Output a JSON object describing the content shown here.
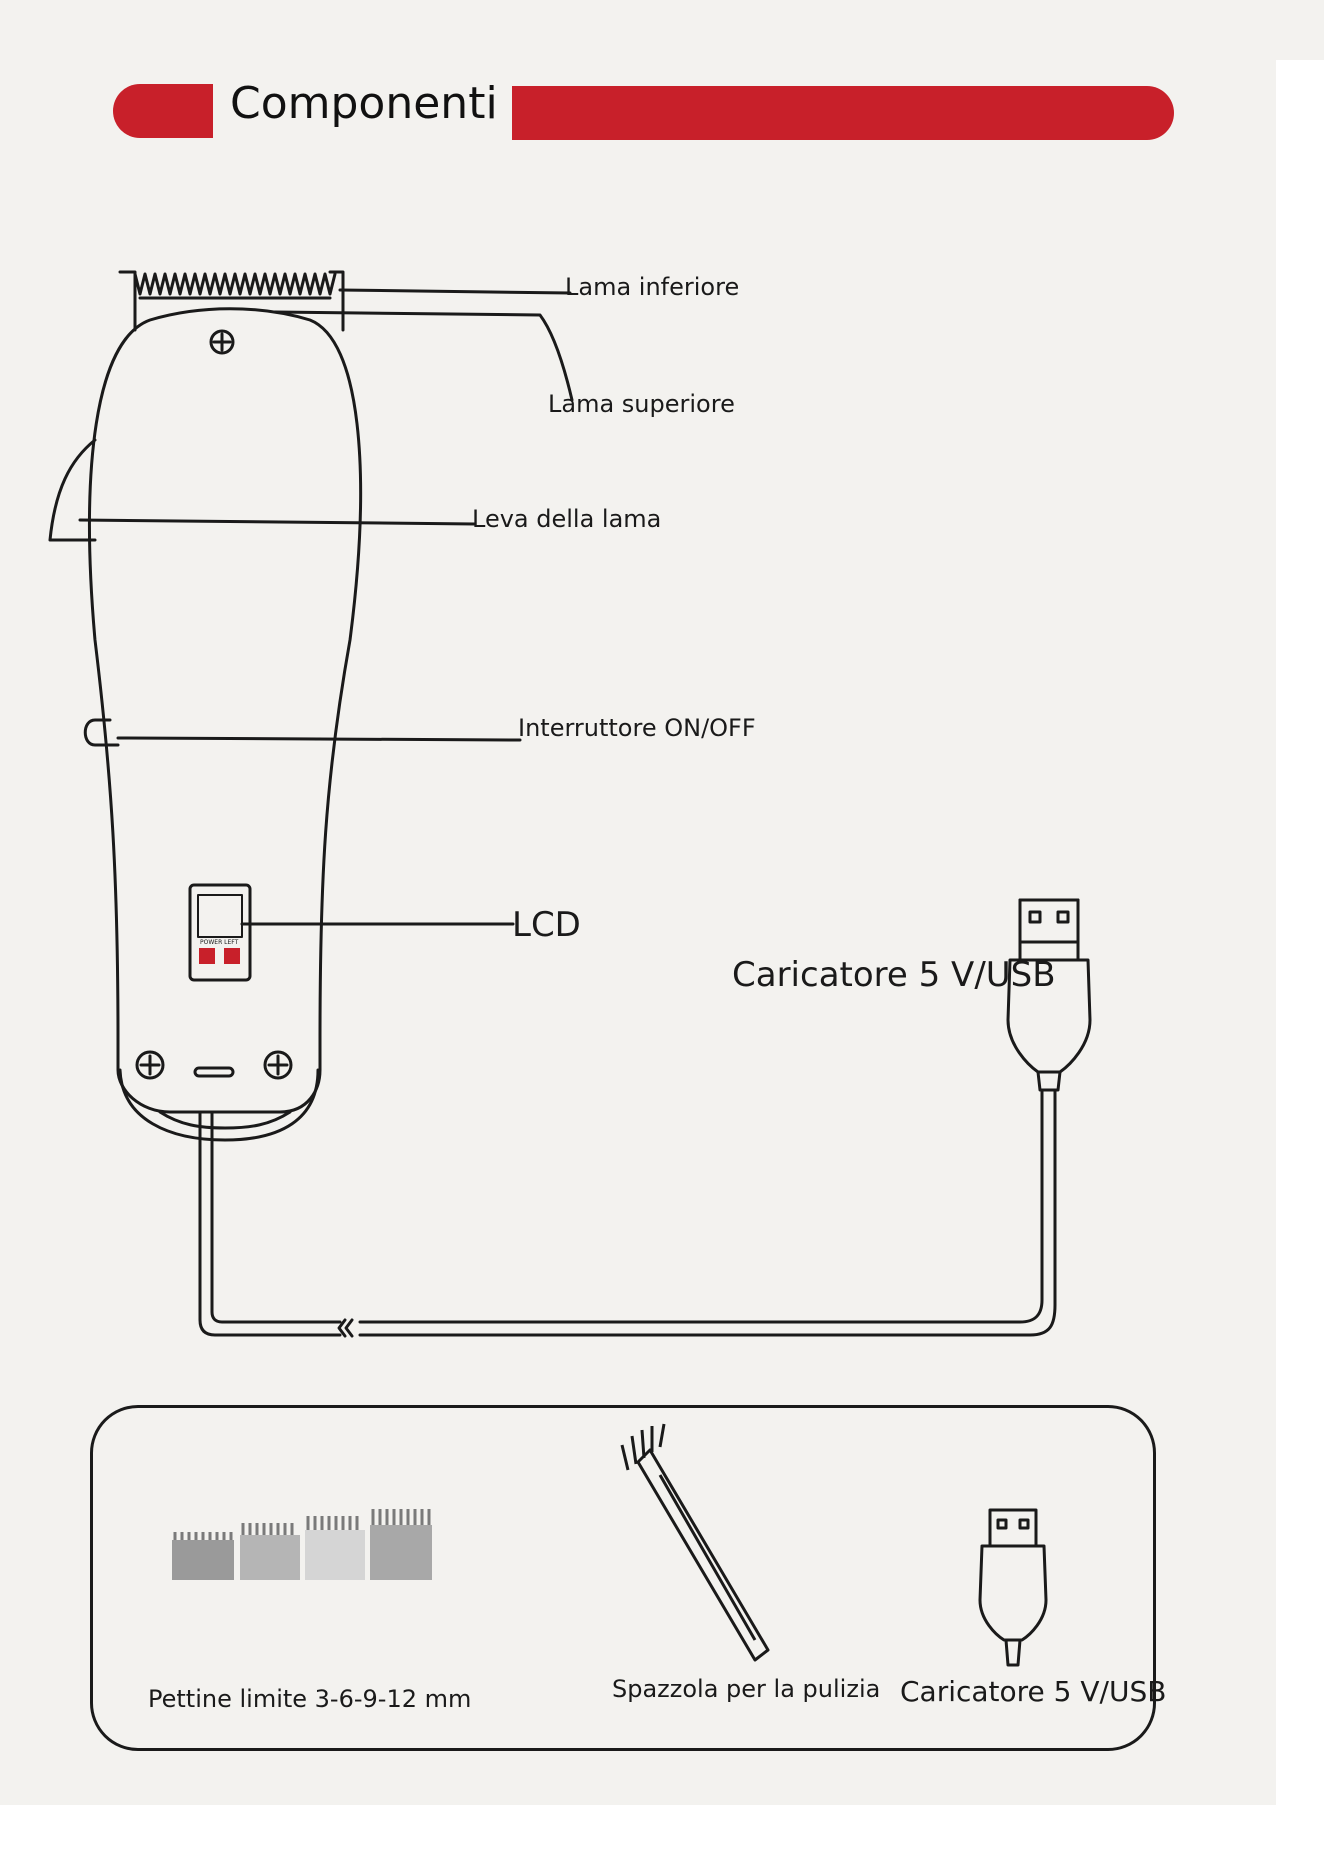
{
  "header": {
    "title": "Componenti"
  },
  "labels": {
    "lower_blade": "Lama inferiore",
    "upper_blade": "Lama superiore",
    "blade_lever": "Leva della lama",
    "power_switch": "Interruttore ON/OFF",
    "lcd": "LCD",
    "lcd_panel_text": "POWER LEFT",
    "charger": "Caricatore 5 V/USB"
  },
  "accessories": {
    "comb": "Pettine limite 3-6-9-12 mm",
    "brush": "Spazzola per la pulizia",
    "charger": "Caricatore 5 V/USB"
  },
  "colors": {
    "accent": "#c8202a",
    "ink": "#1a1a1a",
    "paper": "#f3f2ef"
  }
}
